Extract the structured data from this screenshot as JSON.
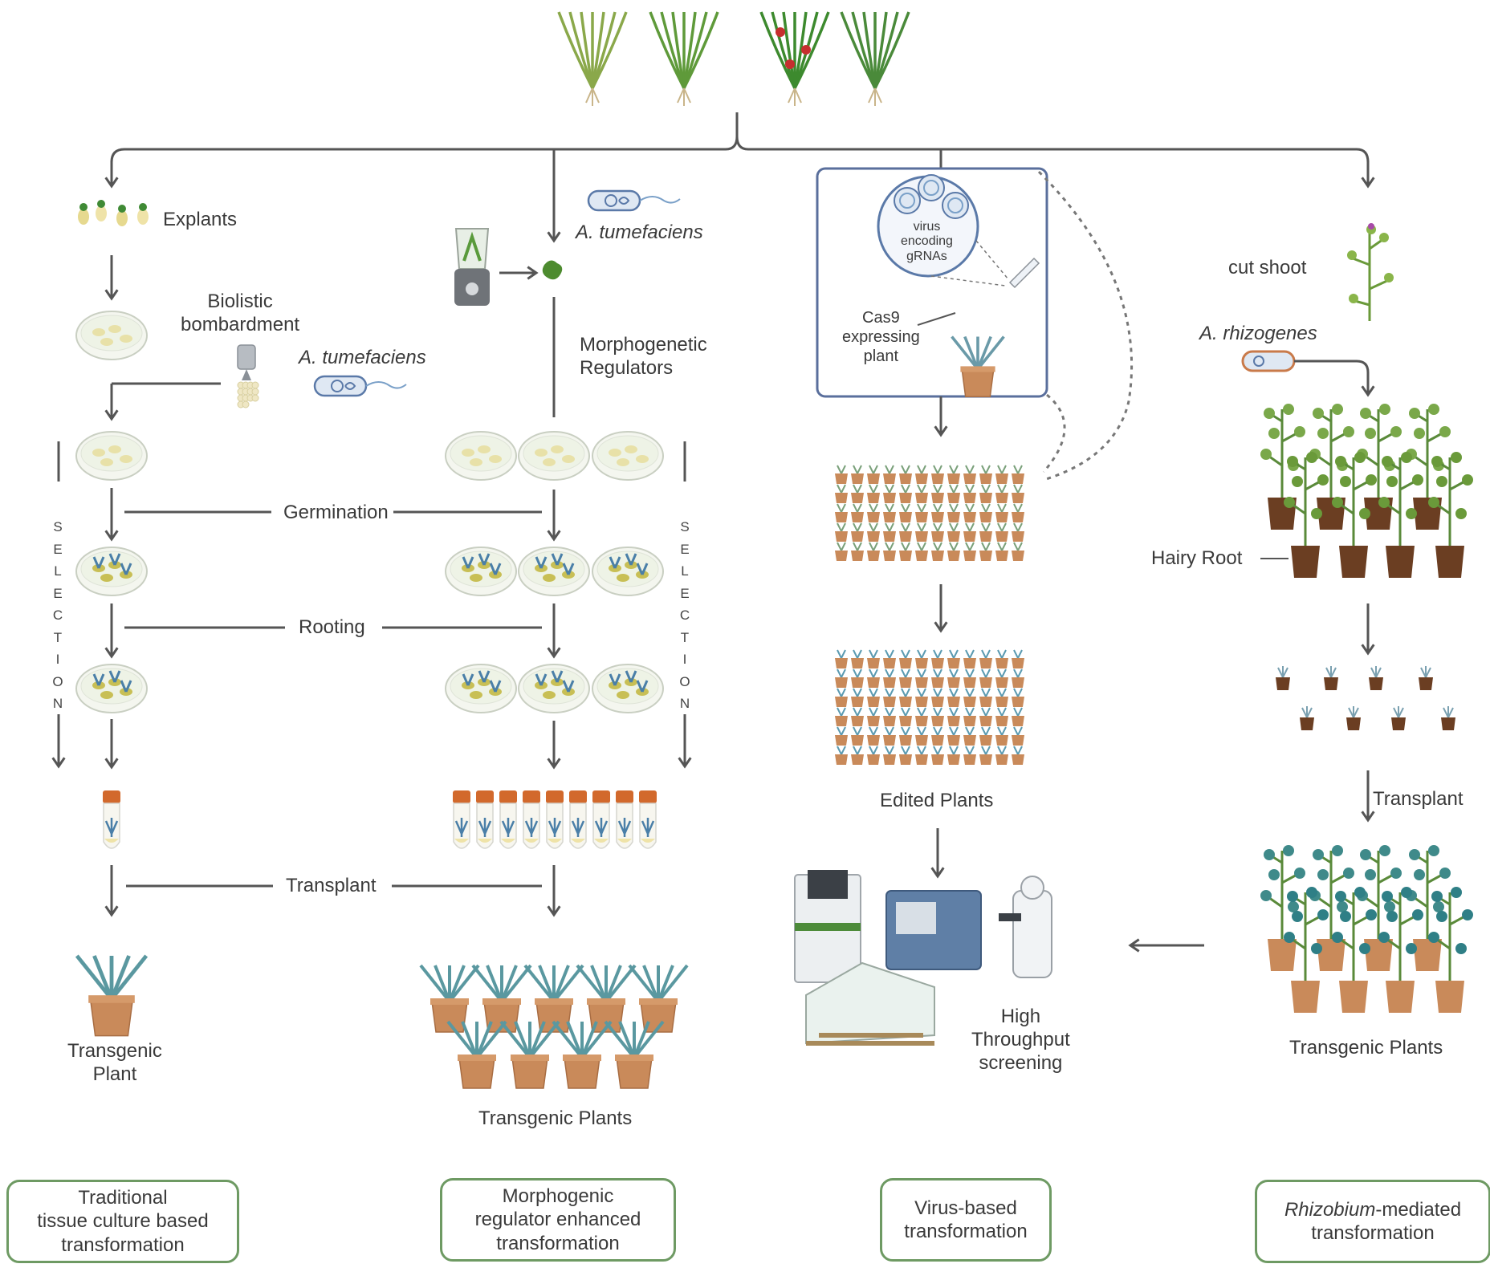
{
  "labels": {
    "explants": "Explants",
    "biolistic": "Biolistic\nbombardment",
    "a_tumefaciens_1": "A. tumefaciens",
    "a_tumefaciens_2": "A. tumefaciens",
    "morphogenetic": "Morphogenetic\nRegulators",
    "germination": "Germination",
    "rooting": "Rooting",
    "transplant_1": "Transplant",
    "transgenic_plant": "Transgenic\nPlant",
    "transgenic_plants_1": "Transgenic Plants",
    "selection_left": "SELECTION",
    "selection_right": "SELECTION",
    "virus_text": "virus\nencoding\ngRNAs",
    "cas9": "Cas9\nexpressing\nplant",
    "edited_plants": "Edited Plants",
    "high_throughput": "High\nThroughput\nscreening",
    "cut_shoot": "cut shoot",
    "a_rhizogenes": "A. rhizogenes",
    "hairy_root": "Hairy Root",
    "transplant_2": "Transplant",
    "transgenic_plants_2": "Transgenic Plants"
  },
  "boxes": {
    "traditional": "Traditional\ntissue culture based\ntransformation",
    "morphogenic": "Morphogenic\nregulator enhanced\ntransformation",
    "virus": "Virus-based\ntransformation",
    "rhizobium_italic": "Rhizobium",
    "rhizobium_rest": "-mediated\ntransformation"
  },
  "colors": {
    "line": "#555555",
    "box_border": "#6e9a63",
    "leaf": "#5a9a3c",
    "pot": "#c98a5a",
    "dish": "#eef3e6",
    "tube_cap": "#d2692c"
  }
}
